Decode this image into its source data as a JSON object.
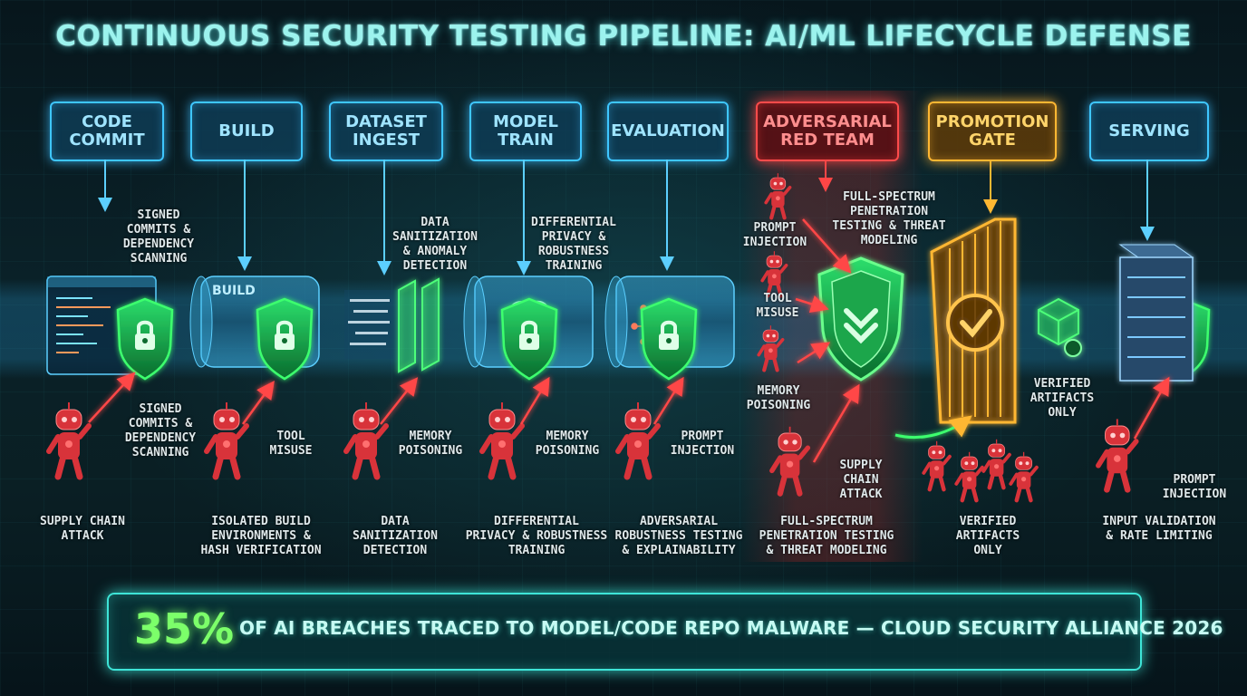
{
  "title": "CONTINUOUS SECURITY TESTING PIPELINE: AI/ML LIFECYCLE DEFENSE",
  "stages": [
    {
      "label": "CODE\nCOMMIT",
      "style": "blue"
    },
    {
      "label": "BUILD",
      "style": "blue"
    },
    {
      "label": "DATASET\nINGEST",
      "style": "blue"
    },
    {
      "label": "MODEL\nTRAIN",
      "style": "blue"
    },
    {
      "label": "EVALUATION",
      "style": "blue"
    },
    {
      "label": "ADVERSARIAL\nRED TEAM",
      "style": "red"
    },
    {
      "label": "PROMOTION\nGATE",
      "style": "gold"
    },
    {
      "label": "SERVING",
      "style": "blue"
    }
  ],
  "upper_labels": [
    "SIGNED\nCOMMITS &\nDEPENDENCY\nSCANNING",
    "DATA\nSANITIZATION\n& ANOMALY\nDETECTION",
    "DIFFERENTIAL\nPRIVACY &\nROBUSTNESS\nTRAINING",
    "FULL-SPECTRUM\nPENETRATION\nTESTING & THREAT\nMODELING"
  ],
  "pipe_build_label": "BUILD",
  "threat_labels": [
    "SIGNED\nCOMMITS &\nDEPENDENCY\nSCANNING",
    "TOOL\nMISUSE",
    "MEMORY\nPOISONING",
    "MEMORY\nPOISONING",
    "PROMPT\nINJECTION",
    "PROMPT\nINJECTION",
    "TOOL\nMISUSE",
    "MEMORY\nPOISONING",
    "SUPPLY\nCHAIN\nATTACK",
    "VERIFIED\nARTIFACTS\nONLY",
    "PROMPT\nINJECTION"
  ],
  "bottom_labels": [
    "SUPPLY CHAIN\nATTACK",
    "ISOLATED BUILD\nENVIRONMENTS &\nHASH VERIFICATION",
    "DATA\nSANITIZATION\nDETECTION",
    "DIFFERENTIAL\nPRIVACY & ROBUSTNESS\nTRAINING",
    "ADVERSARIAL\nROBUSTNESS TESTING\n& EXPLAINABILITY",
    "FULL-SPECTRUM\nPENETRATION TESTING\n& THREAT MODELING",
    "VERIFIED\nARTIFACTS\nONLY",
    "INPUT VALIDATION\n& RATE LIMITING"
  ],
  "stat": {
    "value": "35%",
    "text": "OF AI BREACHES TRACED TO MODEL/CODE REPO MALWARE — CLOUD SECURITY ALLIANCE 2026"
  },
  "colors": {
    "shield": "#3dff6e",
    "stage_blue": "#3ec6ff",
    "stage_red": "#ff4b4b",
    "stage_gold": "#ffb732",
    "robot": "#d8333a",
    "banner": "#3ee4d7"
  },
  "icons": [
    "lock-shield-icon",
    "robot-attacker-icon",
    "brain-icon",
    "network-icon",
    "server-icon",
    "checkmark-gate-icon",
    "verified-cube-icon",
    "code-window-icon"
  ]
}
